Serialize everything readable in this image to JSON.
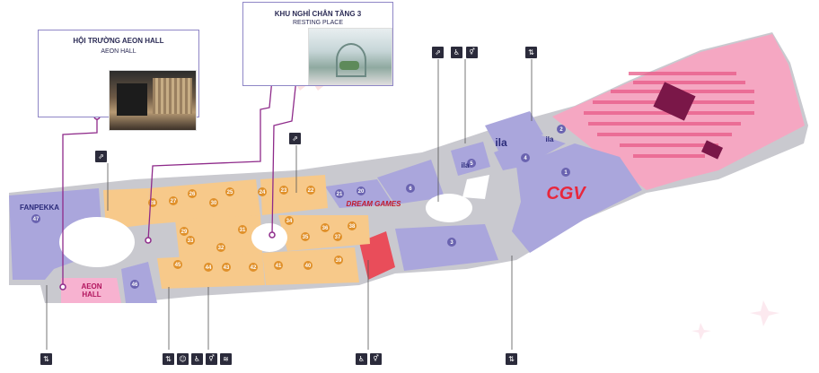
{
  "map": {
    "callout_aeon_hall": {
      "title": "HỘI TRƯỜNG AEON HALL",
      "subtitle": "AEON HALL"
    },
    "callout_resting": {
      "title": "KHU NGHỈ CHÂN TẦNG 3",
      "subtitle": "RESTING PLACE"
    },
    "labels": {
      "fanpekka": "FANPEKKA",
      "aeon_hall_1": "AEON",
      "aeon_hall_2": "HALL",
      "cgv": "CGV",
      "dreamgames": "DREAM GAMES",
      "ila_1": "ila",
      "ila_2": "ila",
      "ila_3": "ila"
    },
    "unit_numbers": [
      "47",
      "46",
      "45",
      "44",
      "43",
      "42",
      "41",
      "40",
      "39",
      "38",
      "37",
      "36",
      "35",
      "34",
      "33",
      "32",
      "31",
      "30",
      "29",
      "28",
      "27",
      "26",
      "25",
      "24",
      "23",
      "22",
      "21",
      "20",
      "6",
      "5",
      "4",
      "3",
      "2",
      "1"
    ],
    "icons_top": [
      "escalator-icon",
      "wheelchair-icon",
      "restroom-icon",
      "elevator-icon"
    ],
    "icons_bottom": [
      "elevator-icon",
      "elevator-icon",
      "baby-care-icon",
      "wheelchair-icon",
      "restroom-icon",
      "smoking-icon",
      "wheelchair-icon",
      "restroom-icon",
      "elevator-icon"
    ],
    "colors": {
      "store": "#f7c98a",
      "anchor": "#aaa6dc",
      "cinema": "#f5a7c2",
      "accent": "#e8273c",
      "wall": "#c9c9cf",
      "line": "#8e2a8a"
    }
  }
}
